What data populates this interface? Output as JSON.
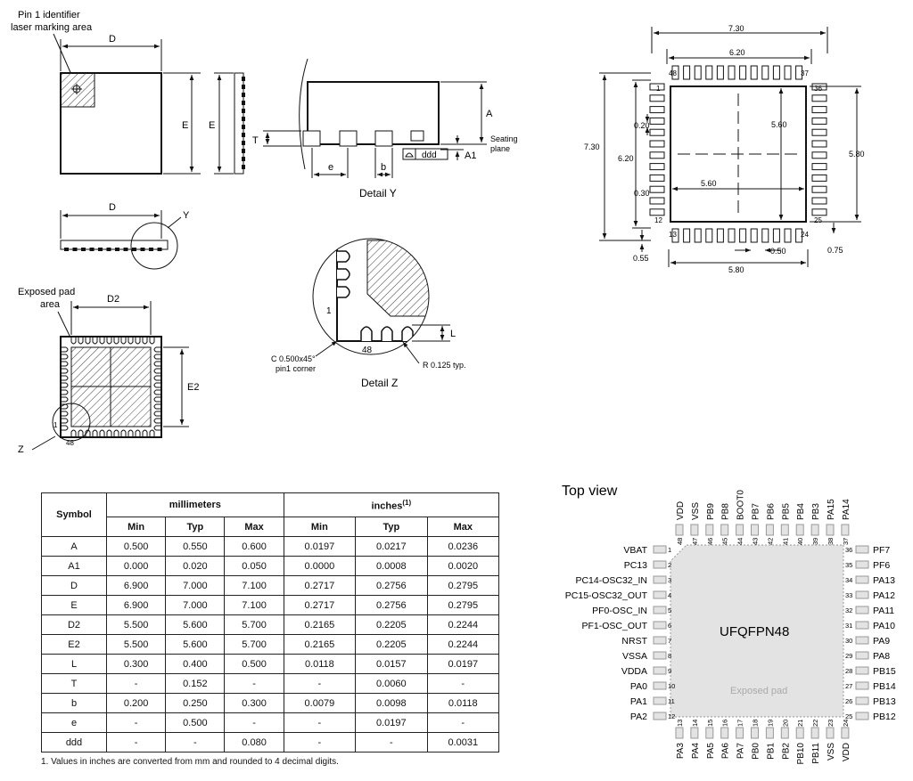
{
  "labels": {
    "pin1_identifier": "Pin 1 identifier",
    "laser_marking": "laser marking area",
    "exposed_pad": "Exposed pad",
    "area": "area",
    "detail_y": "Detail Y",
    "detail_z": "Detail Z",
    "seating": "Seating",
    "plane": "plane",
    "chamfer": "C 0.500x45°",
    "pin1_corner": "pin1 corner",
    "radius": "R 0.125 typ.",
    "d": "D",
    "e_upper": "E",
    "d2": "D2",
    "e2": "E2",
    "a": "A",
    "a1": "A1",
    "t": "T",
    "e_lower": "e",
    "b": "b",
    "l": "L",
    "y": "Y",
    "z": "Z",
    "ddd": "ddd",
    "pin_1": "1",
    "pin_48": "48"
  },
  "footprint": {
    "w730": "7.30",
    "w620": "6.20",
    "w560": "5.60",
    "w580": "5.80",
    "h730": "7.30",
    "h620": "6.20",
    "h560": "5.60",
    "h580": "5.80",
    "p020": "0.20",
    "p030": "0.30",
    "p055": "0.55",
    "p050": "0.50",
    "p075": "0.75",
    "pad1": "1",
    "pad12": "12",
    "pad13": "13",
    "pad24": "24",
    "pad25": "25",
    "pad36": "36",
    "pad37": "37",
    "pad48": "48"
  },
  "pinout": {
    "heading": "Top view",
    "package": "UFQFPN48",
    "exposed_pad": "Exposed pad",
    "left": [
      "VBAT",
      "PC13",
      "PC14-OSC32_IN",
      "PC15-OSC32_OUT",
      "PF0-OSC_IN",
      "PF1-OSC_OUT",
      "NRST",
      "VSSA",
      "VDDA",
      "PA0",
      "PA1",
      "PA2"
    ],
    "right": [
      "PF7",
      "PF6",
      "PA13",
      "PA12",
      "PA11",
      "PA10",
      "PA9",
      "PA8",
      "PB15",
      "PB14",
      "PB13",
      "PB12"
    ],
    "top": [
      "VDD",
      "VSS",
      "PB9",
      "PB8",
      "BOOT0",
      "PB7",
      "PB6",
      "PB5",
      "PB4",
      "PB3",
      "PA15",
      "PA14"
    ],
    "bottom": [
      "PA3",
      "PA4",
      "PA5",
      "PA6",
      "PA7",
      "PB0",
      "PB1",
      "PB2",
      "PB10",
      "PB11",
      "VSS",
      "VDD"
    ]
  },
  "table": {
    "symbol": "Symbol",
    "millimeters": "millimeters",
    "inches": "inches",
    "inches_note": "(1)",
    "subheaders": [
      "Min",
      "Typ",
      "Max",
      "Min",
      "Typ",
      "Max"
    ],
    "rows": [
      [
        "A",
        "0.500",
        "0.550",
        "0.600",
        "0.0197",
        "0.0217",
        "0.0236"
      ],
      [
        "A1",
        "0.000",
        "0.020",
        "0.050",
        "0.0000",
        "0.0008",
        "0.0020"
      ],
      [
        "D",
        "6.900",
        "7.000",
        "7.100",
        "0.2717",
        "0.2756",
        "0.2795"
      ],
      [
        "E",
        "6.900",
        "7.000",
        "7.100",
        "0.2717",
        "0.2756",
        "0.2795"
      ],
      [
        "D2",
        "5.500",
        "5.600",
        "5.700",
        "0.2165",
        "0.2205",
        "0.2244"
      ],
      [
        "E2",
        "5.500",
        "5.600",
        "5.700",
        "0.2165",
        "0.2205",
        "0.2244"
      ],
      [
        "L",
        "0.300",
        "0.400",
        "0.500",
        "0.0118",
        "0.0157",
        "0.0197"
      ],
      [
        "T",
        "-",
        "0.152",
        "-",
        "-",
        "0.0060",
        "-"
      ],
      [
        "b",
        "0.200",
        "0.250",
        "0.300",
        "0.0079",
        "0.0098",
        "0.0118"
      ],
      [
        "e",
        "-",
        "0.500",
        "-",
        "-",
        "0.0197",
        "-"
      ],
      [
        "ddd",
        "-",
        "-",
        "0.080",
        "-",
        "-",
        "0.0031"
      ]
    ],
    "footnote": "1.   Values in inches are converted from mm and rounded to 4 decimal digits."
  }
}
